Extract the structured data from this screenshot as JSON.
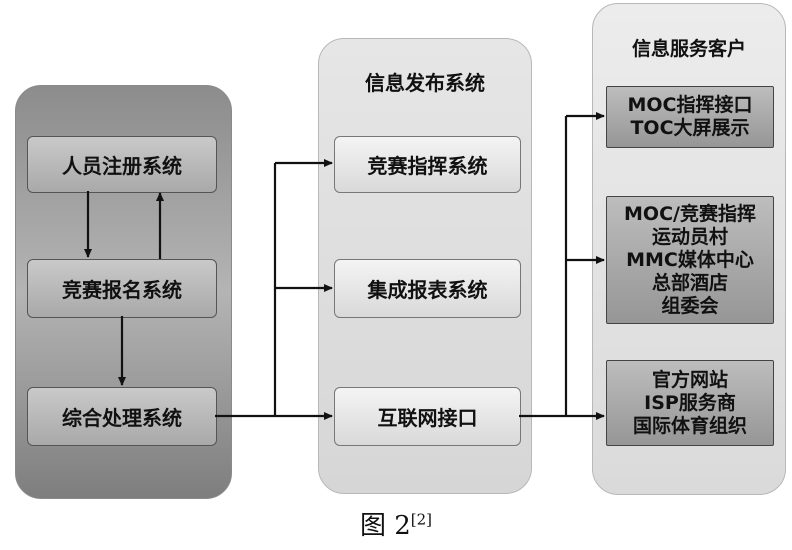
{
  "left": {
    "boxes": [
      "人员注册系统",
      "竞赛报名系统",
      "综合处理系统"
    ]
  },
  "middle": {
    "title": "信息发布系统",
    "boxes": [
      "竞赛指挥系统",
      "集成报表系统",
      "互联网接口"
    ]
  },
  "right": {
    "title": "信息服务客户",
    "box1": [
      "MOC指挥接口",
      "TOC大屏展示"
    ],
    "box2": [
      "MOC/竞赛指挥",
      "运动员村",
      "MMC媒体中心",
      "总部酒店",
      "组委会"
    ],
    "box3": [
      "官方网站",
      "ISP服务商",
      "国际体育组织"
    ]
  },
  "caption": {
    "text": "图 2",
    "ref": "[2]"
  }
}
